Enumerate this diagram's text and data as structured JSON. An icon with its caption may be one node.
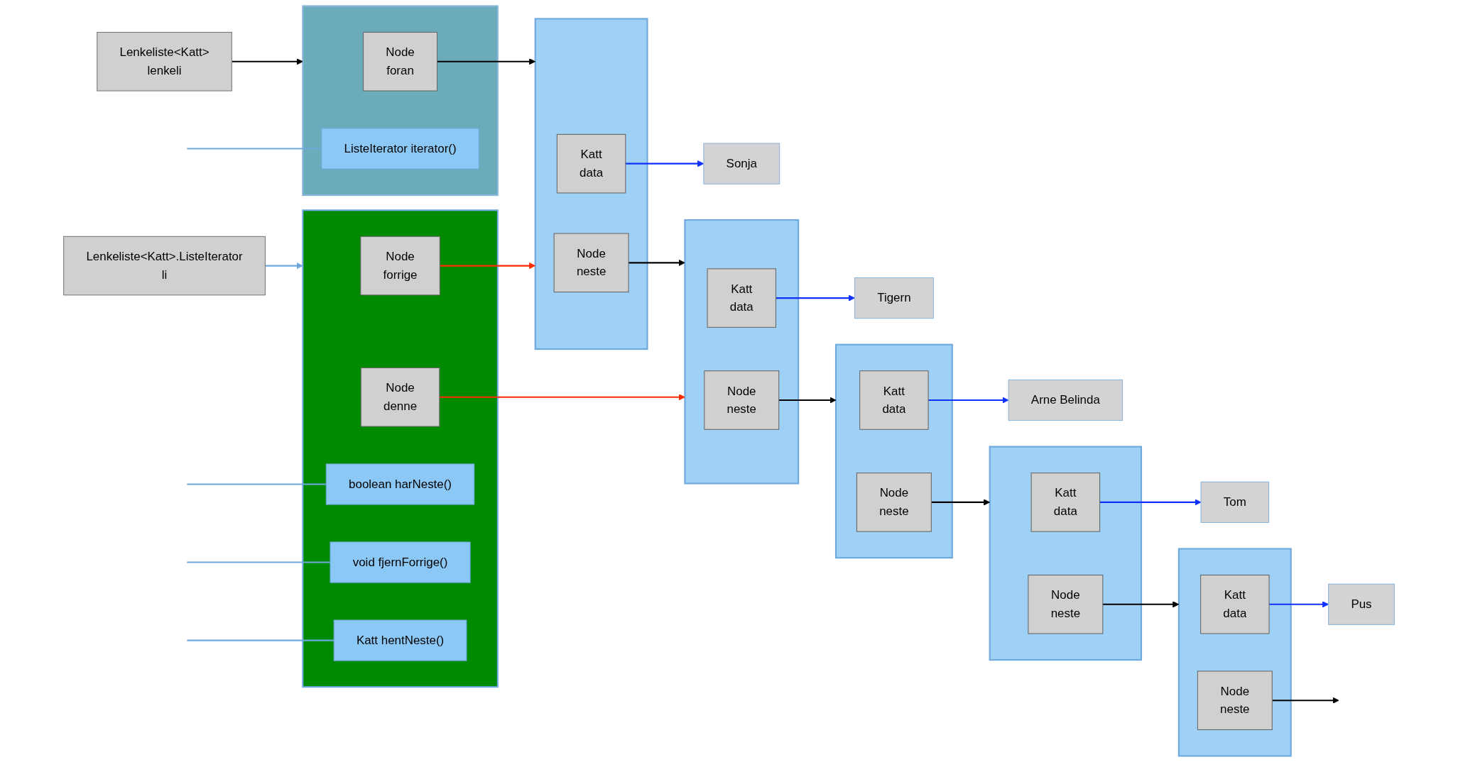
{
  "diagram": {
    "nodes": [
      {
        "text": [
          "Lenkeliste<Katt>",
          "lenkeli"
        ]
      },
      {
        "text": [],
        "shape": "box"
      },
      {
        "text": [
          "Node",
          "foran"
        ],
        "in": 1
      },
      {
        "text": [
          "ListeIterator iterator()"
        ],
        "in": 1
      },
      {
        "text": [
          "Sonja"
        ]
      },
      {
        "text": [],
        "shape": "box"
      },
      {
        "text": [
          "Katt",
          "data"
        ],
        "in": 5
      },
      {
        "text": [
          "Node",
          "neste"
        ],
        "in": 5
      },
      {
        "text": [
          "Tigern"
        ]
      },
      {
        "text": [],
        "shape": "box"
      },
      {
        "text": [
          "Katt",
          "data"
        ],
        "in": 9
      },
      {
        "text": [
          "Node",
          "neste"
        ],
        "in": 9
      },
      {
        "text": [
          "Tom"
        ]
      },
      {
        "text": [],
        "shape": "box"
      },
      {
        "text": [
          "Katt",
          "data"
        ],
        "in": 13
      },
      {
        "text": [
          "Node",
          "neste"
        ],
        "in": 13
      },
      {
        "text": [],
        "shape": "box"
      },
      {
        "text": [
          "Node",
          "forrige"
        ],
        "in": 16
      },
      {
        "text": [
          "Node",
          "denne"
        ],
        "in": 16
      },
      {
        "text": [
          "boolean harNeste()"
        ],
        "in": 16
      },
      {
        "text": [
          "void fjernForrige()"
        ],
        "in": 16
      },
      {
        "text": [
          "Katt hentNeste()"
        ],
        "in": 16
      },
      {
        "text": [],
        "shape": "box"
      },
      {
        "text": [
          "Katt",
          "data"
        ],
        "in": 22
      },
      {
        "text": [
          "Node",
          "neste"
        ],
        "in": 22
      },
      {
        "text": [
          "Arne Belinda"
        ]
      },
      {
        "text": [
          "Pus"
        ]
      },
      {
        "text": [],
        "shape": "box"
      },
      {
        "text": [
          "Katt",
          "data"
        ],
        "in": 27
      },
      {
        "text": [
          "Node",
          "neste"
        ],
        "in": 27
      },
      {
        "text": [
          "Lenkeliste<Katt>.ListeIterator",
          "li"
        ]
      }
    ],
    "edges": [
      {
        "from": 0,
        "to": 1,
        "arrow": "to"
      },
      {
        "from": 2,
        "to": 5,
        "arrow": "to"
      },
      {
        "from": 6,
        "to": 4,
        "arrow": "to",
        "color": "#1030ff"
      },
      {
        "from": 7,
        "to": 9,
        "arrow": "to"
      },
      {
        "from": 10,
        "to": 8,
        "arrow": "to",
        "color": "#1030ff"
      },
      {
        "from": 11,
        "to": 22,
        "arrow": "to"
      },
      {
        "from": 24,
        "to": 13,
        "arrow": "to"
      },
      {
        "from": 14,
        "to": 12,
        "arrow": "to",
        "color": "#1030ff"
      },
      {
        "from": 15,
        "to": 27,
        "arrow": "to"
      },
      {
        "from": 23,
        "to": 25,
        "arrow": "to",
        "color": "#1030ff"
      },
      {
        "from": 28,
        "to": 26,
        "arrow": "to",
        "color": "#1030ff"
      },
      {
        "from": 29,
        "to": null,
        "arrow": "to"
      },
      {
        "from": 17,
        "to": 5,
        "arrow": "to",
        "color": "#ff2a00"
      },
      {
        "from": 18,
        "to": 9,
        "arrow": "to",
        "color": "#ff2a00"
      },
      {
        "from": 30,
        "to": 16,
        "arrow": "to",
        "color": "#6fa8dc"
      },
      {
        "from": null,
        "to": 3,
        "arrow": "none",
        "color": "#6fa8dc"
      },
      {
        "from": null,
        "to": 19,
        "arrow": "none",
        "color": "#6fa8dc"
      },
      {
        "from": null,
        "to": 20,
        "arrow": "none",
        "color": "#6fa8dc"
      },
      {
        "from": null,
        "to": 21,
        "arrow": "none",
        "color": "#6fa8dc"
      }
    ]
  }
}
